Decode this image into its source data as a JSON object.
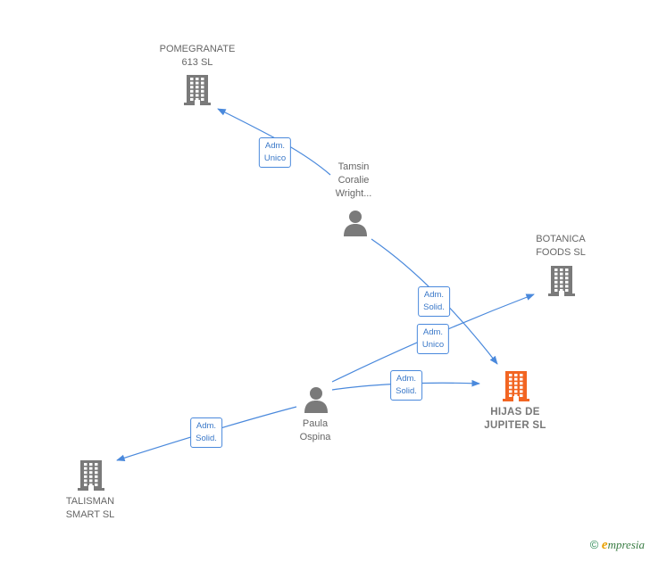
{
  "colors": {
    "edge": "#4a89dc",
    "company": "#7a7a7a",
    "focus_company": "#f26522",
    "person": "#7a7a7a"
  },
  "nodes": {
    "pomegranate": {
      "label": "POMEGRANATE\n613  SL",
      "icon": "building-icon"
    },
    "tamsin": {
      "label": "Tamsin\nCoralie\nWright...",
      "icon": "person-icon"
    },
    "botanica": {
      "label": "BOTANICA\nFOODS  SL",
      "icon": "building-icon"
    },
    "hijas": {
      "label": "HIJAS DE\nJUPITER  SL",
      "icon": "building-icon"
    },
    "paula": {
      "label": "Paula\nOspina",
      "icon": "person-icon"
    },
    "talisman": {
      "label": "TALISMAN\nSMART  SL",
      "icon": "building-icon"
    }
  },
  "edges": {
    "tamsin_pomegranate": "Adm.\nUnico",
    "tamsin_hijas": "Adm.\nSolid.",
    "paula_botanica": "Adm.\nUnico",
    "paula_hijas": "Adm.\nSolid.",
    "paula_talisman": "Adm.\nSolid."
  },
  "footer": {
    "copyright_symbol": "©",
    "brand_first": "e",
    "brand_rest": "mpresia"
  }
}
